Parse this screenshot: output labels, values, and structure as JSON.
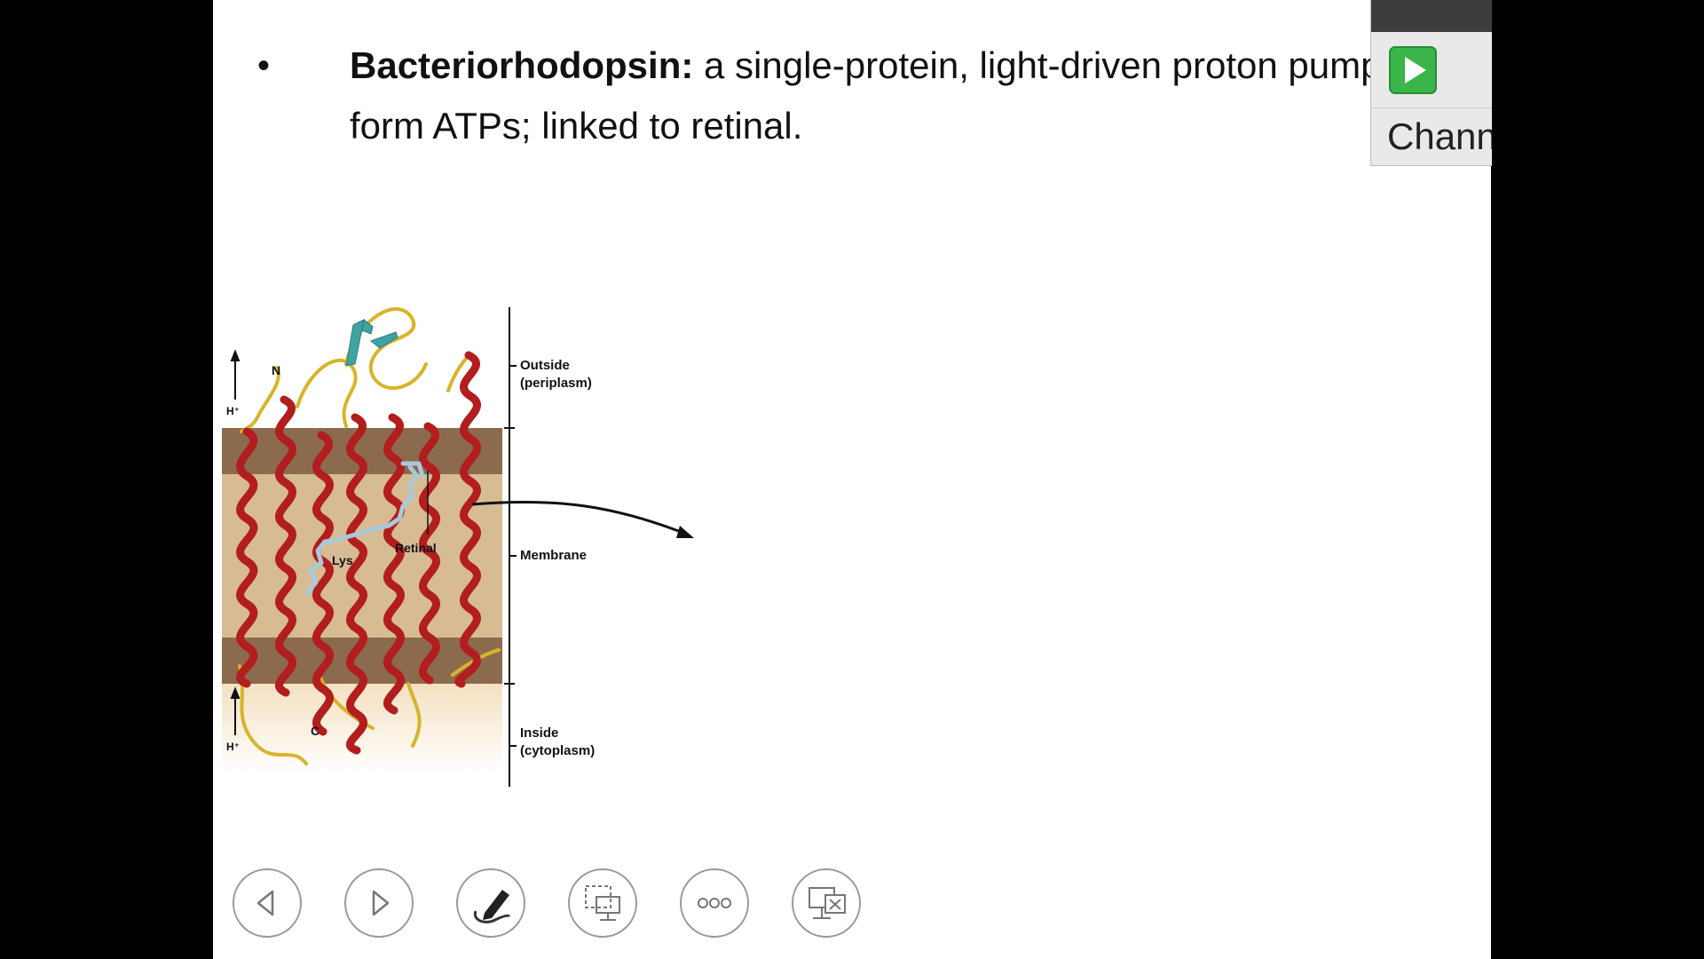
{
  "slide": {
    "bullet_symbol": "•",
    "bullet_term": "Bacteriorhodopsin:",
    "bullet_rest": " a single-protein, light-driven proton pump to form ATPs; linked to retinal."
  },
  "figure": {
    "labels": {
      "outside_1": "Outside",
      "outside_2": "(periplasm)",
      "membrane": "Membrane",
      "inside_1": "Inside",
      "inside_2": "(cytoplasm)",
      "retinal": "Retinal",
      "lys": "Lys",
      "n_terminus": "N",
      "c_terminus": "C",
      "proton_top": "H⁺",
      "proton_bottom": "H⁺"
    }
  },
  "controls": [
    {
      "name": "previous-slide-button",
      "icon": "arrow-left-icon"
    },
    {
      "name": "next-slide-button",
      "icon": "arrow-right-icon"
    },
    {
      "name": "pen-tool-button",
      "icon": "pen-icon"
    },
    {
      "name": "see-all-slides-button",
      "icon": "slides-icon"
    },
    {
      "name": "more-options-button",
      "icon": "more-icon"
    },
    {
      "name": "end-show-button",
      "icon": "end-show-icon"
    }
  ],
  "popup": {
    "label": "Chann"
  },
  "colors": {
    "helix": "#b21d1d",
    "loop": "#d9b329",
    "sheet": "#3fa3a3",
    "retinal": "#a9c9dc",
    "membrane_head": "#8c6a4e",
    "membrane_core": "#d7bb93",
    "play_green": "#39b54a"
  }
}
